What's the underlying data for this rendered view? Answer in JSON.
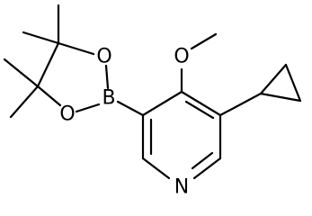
{
  "structure": {
    "atoms": {
      "nitrogen": "N",
      "boron": "B",
      "ring_oxygen_top": "O",
      "ring_oxygen_bottom": "O",
      "methoxy_oxygen": "O"
    },
    "colors": {
      "bond": "#000000",
      "label": "#000000",
      "background": "#ffffff"
    }
  }
}
